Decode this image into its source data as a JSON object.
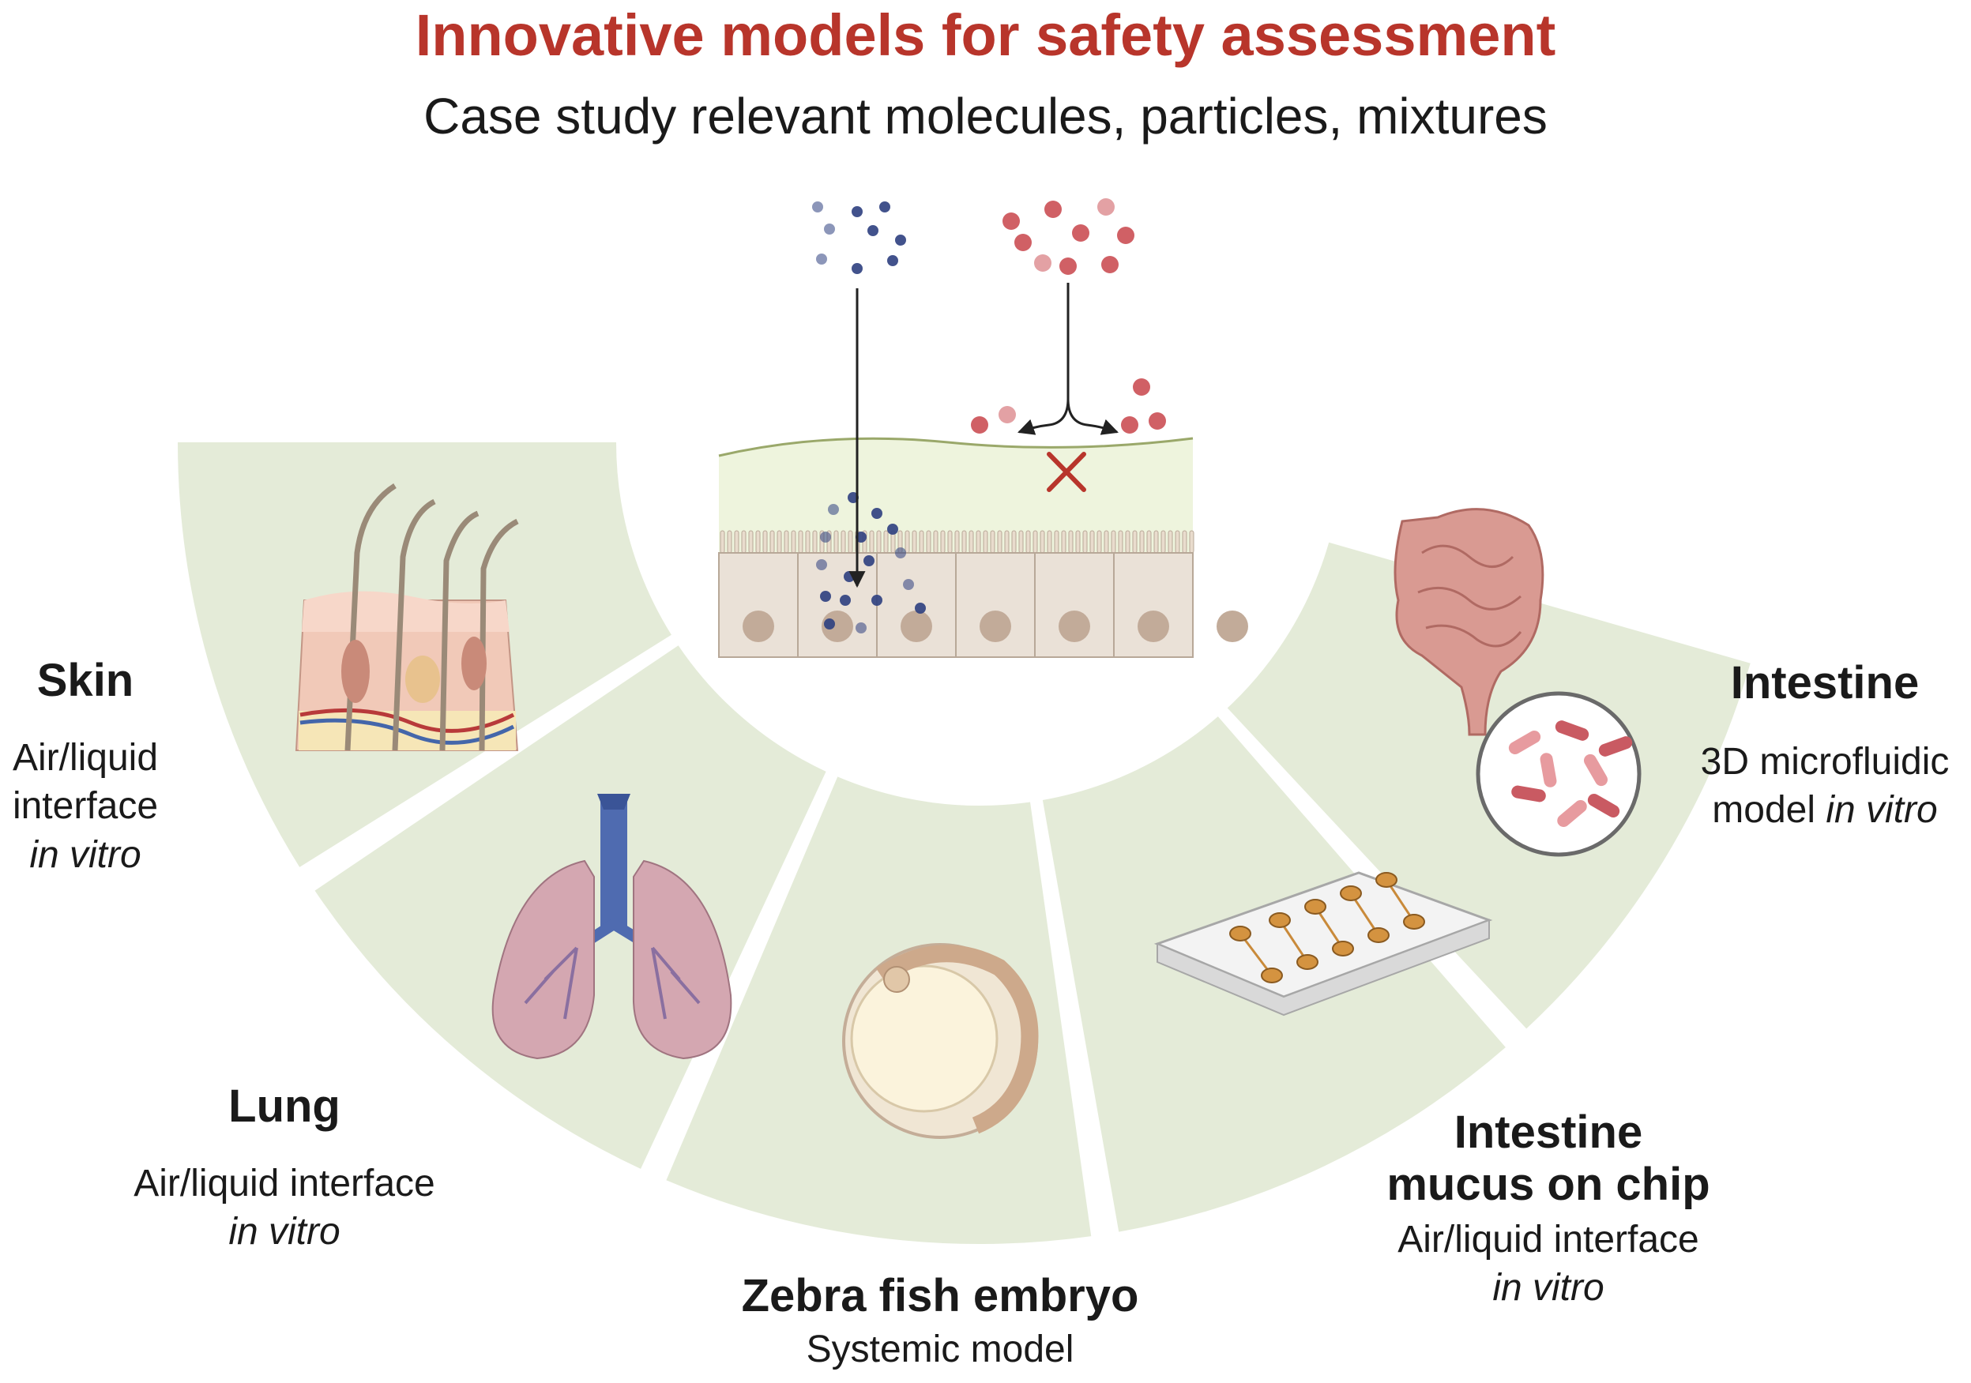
{
  "title": "Innovative models for safety assessment",
  "subtitle": "Case study relevant molecules, particles, mixtures",
  "segments": [
    {
      "name": "Skin",
      "line1": "Air/liquid",
      "line2": "interface",
      "line3": "in vitro"
    },
    {
      "name": "Lung",
      "line1": "Air/liquid interface",
      "line2": "in vitro"
    },
    {
      "name": "Zebra fish embryo",
      "line1": "Systemic model"
    },
    {
      "name_line1": "Intestine",
      "name_line2": "mucus on chip",
      "line1": "Air/liquid interface",
      "line2": "in vitro"
    },
    {
      "name": "Intestine",
      "line1": "3D microfluidic",
      "line2_prefix": "model",
      "line2_italic": "in vitro"
    }
  ],
  "colors": {
    "title": "#b8352b",
    "segment_fill": "#e4ebd8",
    "molecule_blue": "#2e3f80",
    "particle_red": "#c8444a",
    "tissue": "#eae1d7",
    "mucus": "#eef4dd"
  },
  "icons": [
    "skin-cross-section-icon",
    "lung-icon",
    "zebrafish-embryo-icon",
    "organ-on-chip-icon",
    "intestine-icon",
    "bacteria-microscope-icon",
    "blocked-cross-icon"
  ]
}
